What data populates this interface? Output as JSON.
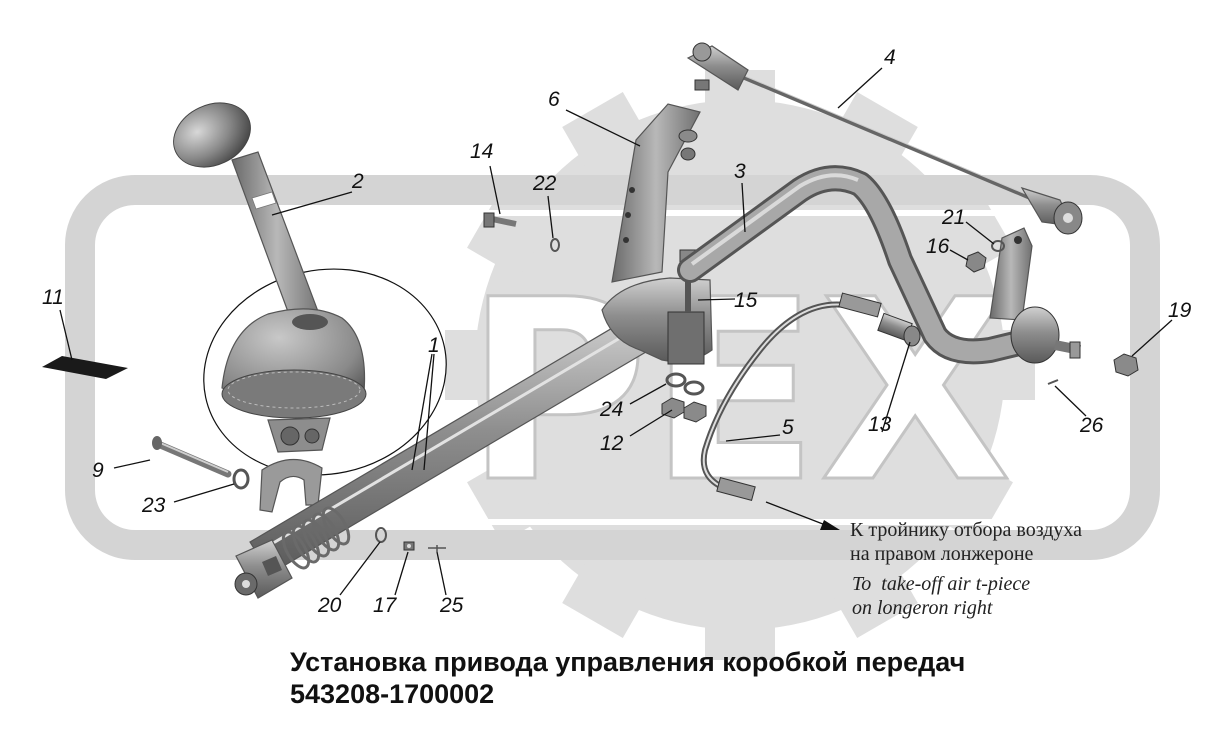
{
  "watermark": {
    "text": "PEX"
  },
  "callouts": [
    "11",
    "2",
    "14",
    "22",
    "6",
    "3",
    "4",
    "21",
    "16",
    "15",
    "19",
    "26",
    "1",
    "24",
    "12",
    "5",
    "13",
    "9",
    "23",
    "20",
    "17",
    "25"
  ],
  "note": {
    "ru_line1": "К тройнику отбора воздуха",
    "ru_line2": "на правом лонжероне",
    "en_line1": "To  take-off air t-piece",
    "en_line2": "on longeron right"
  },
  "title": {
    "line1": "Установка привода управления коробкой передач",
    "line2": "543208-1700002"
  },
  "colors": {
    "watermark_gray": "#d9d9d9",
    "part_gray": "#9a9a9a",
    "ink": "#111111"
  }
}
